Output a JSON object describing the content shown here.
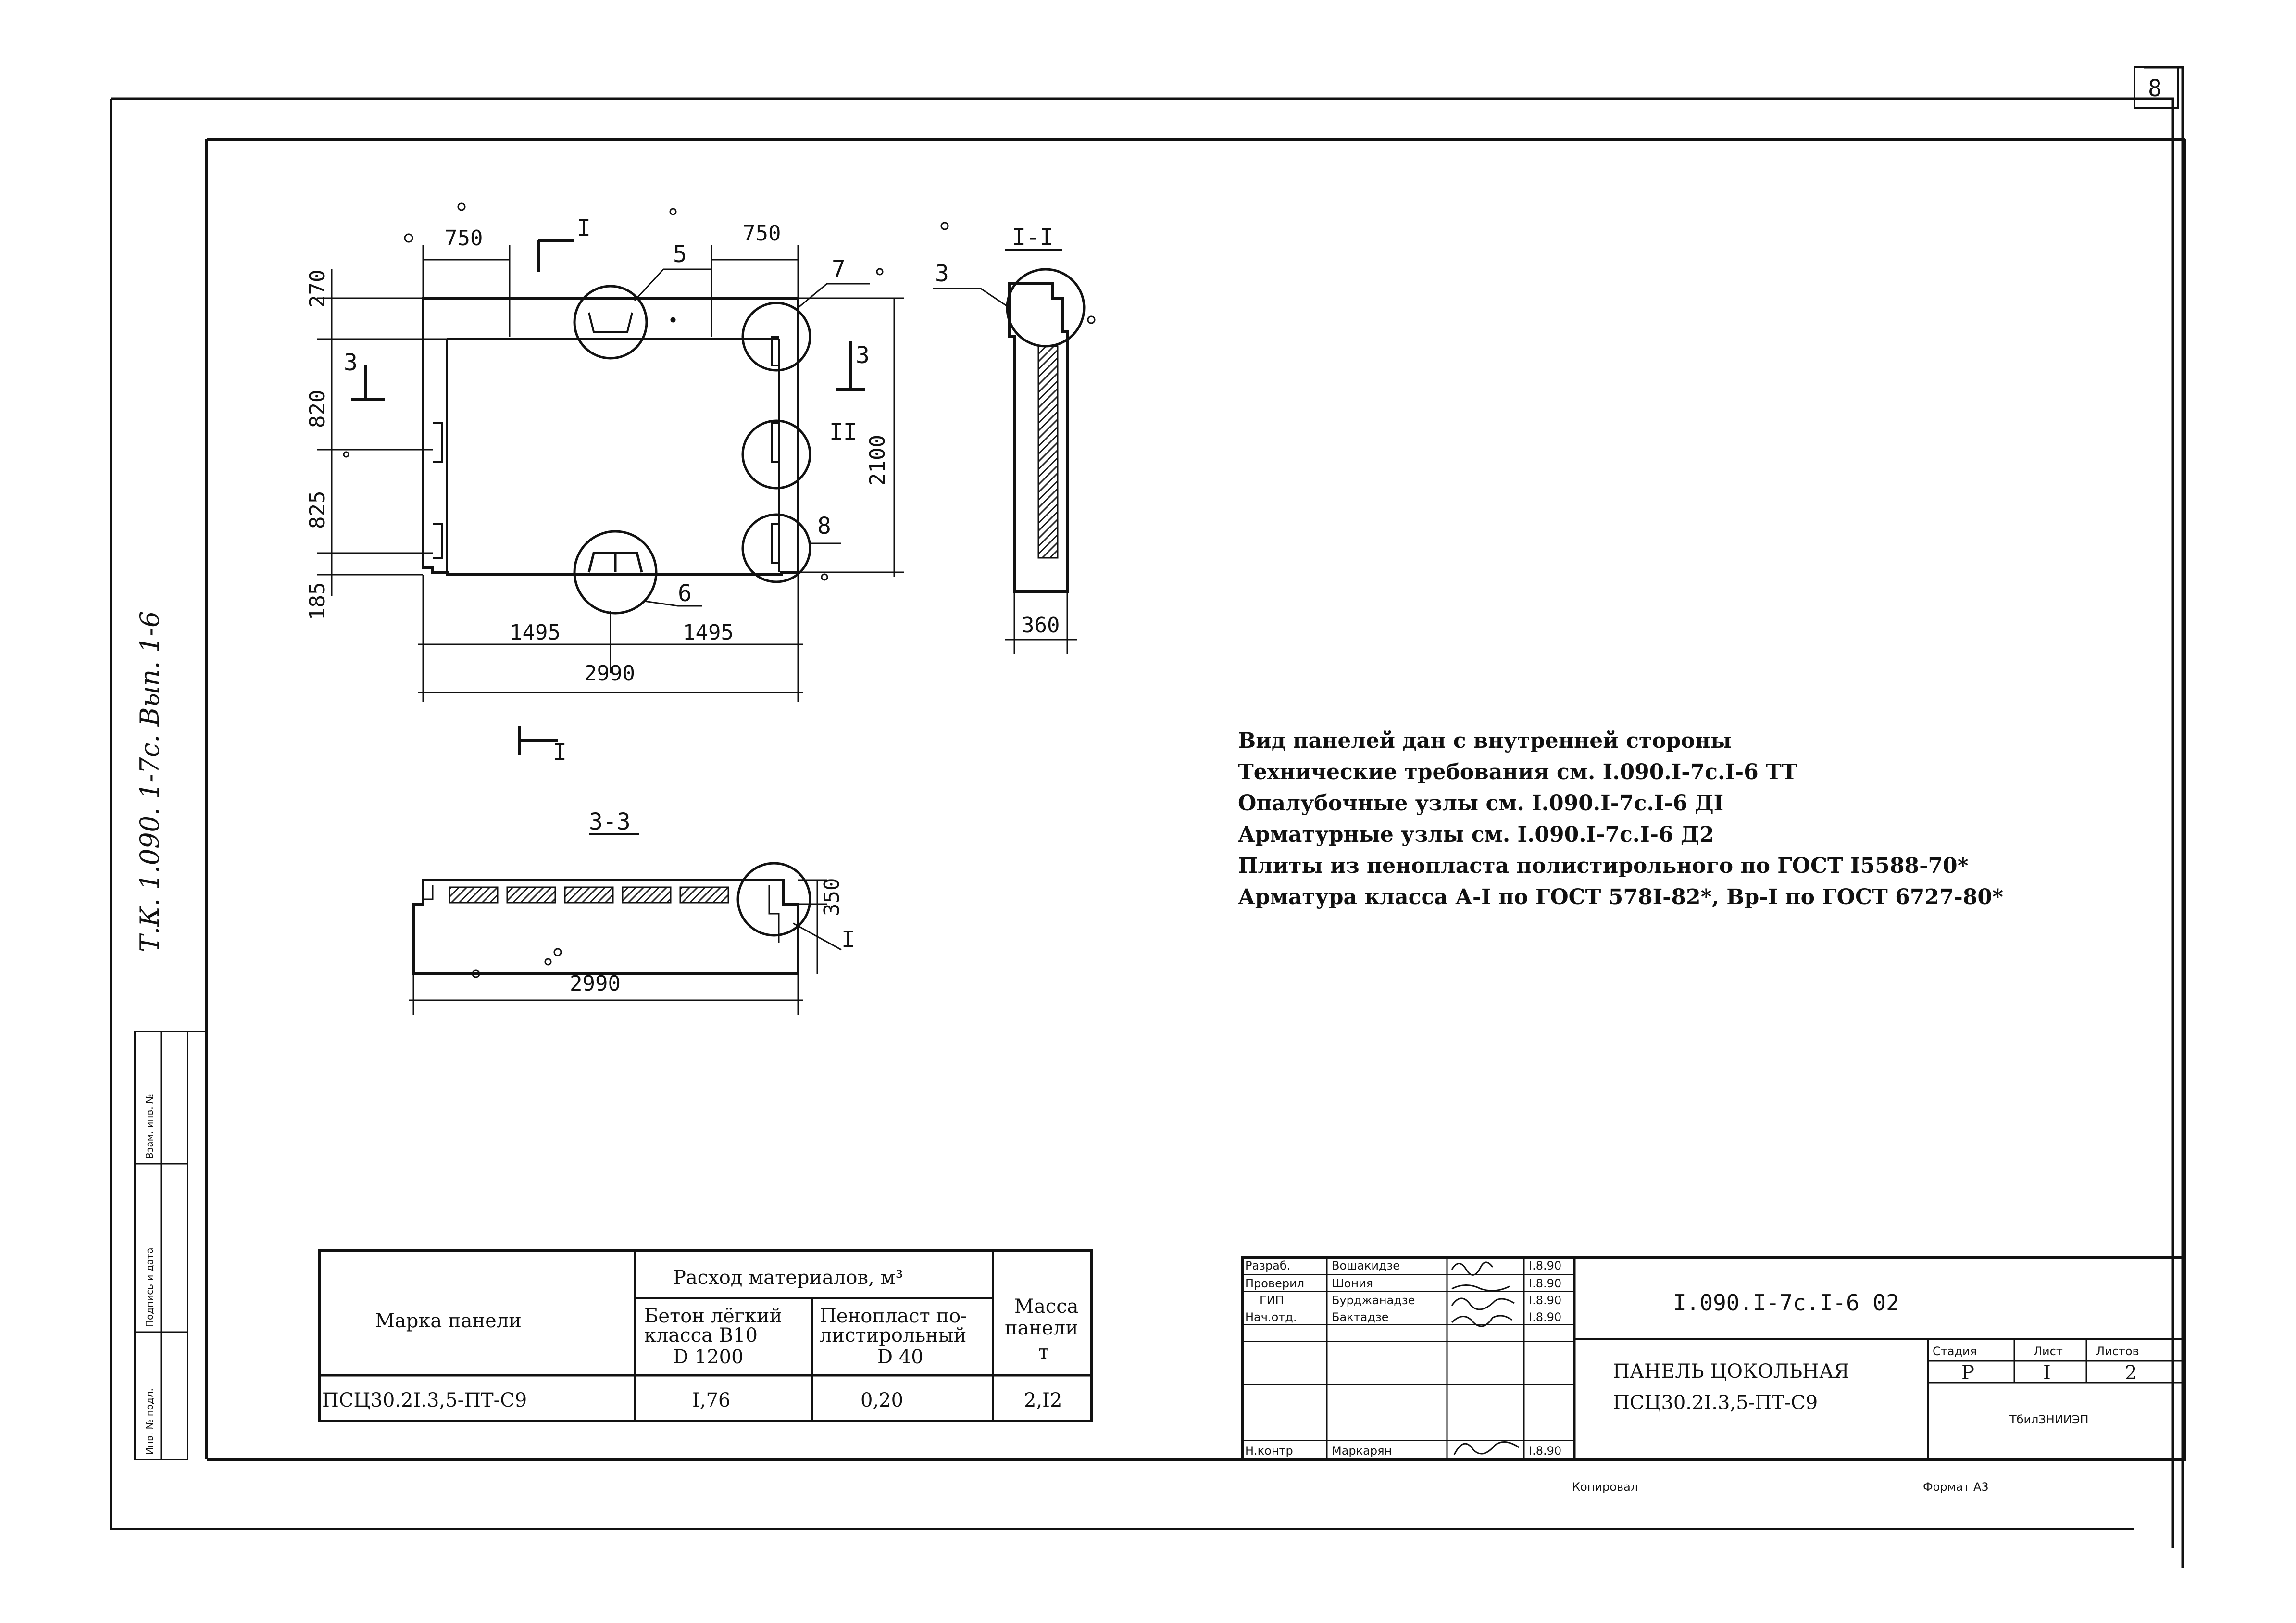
{
  "sheet": {
    "page_number": "8",
    "side_code": "Т.К. 1.090. 1-7с. Вып. 1-6",
    "side_cells": [
      "Инв. № подл.",
      "Подпись и дата",
      "Взам. инв. №"
    ]
  },
  "plan": {
    "dim_top_left": "750",
    "dim_top_right": "750",
    "dim_left": [
      "270",
      "820",
      "825",
      "185"
    ],
    "dim_right": "2100",
    "dim_bottom_halves": [
      "1495",
      "1495"
    ],
    "dim_bottom_total": "2990",
    "section_mark_I": "I",
    "section_mark_3": "3",
    "callouts": [
      "5",
      "7",
      "II",
      "8",
      "6"
    ]
  },
  "section_1": {
    "title": "I-I",
    "callout": "3",
    "dim_width": "360"
  },
  "section_3": {
    "title": "3-3",
    "dim_height": "350",
    "dim_length": "2990",
    "callout": "I"
  },
  "notes": [
    "Вид панелей дан с внутренней стороны",
    "Технические требования см. I.090.I-7с.I-6 ТТ",
    "Опалубочные узлы см. I.090.I-7с.I-6 ДI",
    "Арматурные узлы см. I.090.I-7с.I-6 Д2",
    "Плиты из пенопласта полистирольного по ГОСТ I5588-70*",
    "Арматура класса А-I по ГОСТ 578I-82*, Вр-I по ГОСТ 6727-80*"
  ],
  "materials_table": {
    "header_mark": "Марка панели",
    "header_consumption": "Расход материалов,  м³",
    "header_concrete": [
      "Бетон лёгкий",
      "класса   B10",
      "D 1200"
    ],
    "header_foam": [
      "Пенопласт по-",
      "листирольный",
      "D 40"
    ],
    "header_mass": [
      "Масса",
      "панели",
      "т"
    ],
    "row": {
      "mark": "ПСЦ30.2I.3,5-ПТ-С9",
      "concrete": "I,76",
      "foam": "0,20",
      "mass": "2,I2"
    }
  },
  "title_block": {
    "roles": [
      "Разраб.",
      "Проверил",
      "ГИП",
      "Нач.отд.",
      "",
      "",
      "Н.контр"
    ],
    "names": [
      "Вошакидзе",
      "Шония",
      "Бурджанадзе",
      "Бактадзе",
      "",
      "",
      "Маркарян"
    ],
    "dates": [
      "I.8.90",
      "I.8.90",
      "I.8.90",
      "I.8.90",
      "",
      "",
      "I.8.90"
    ],
    "doc_code": "I.090.I-7с.I-6 02",
    "title_line1": "ПАНЕЛЬ ЦОКОЛЬНАЯ",
    "title_line2": "ПСЦ30.2I.3,5-ПТ-С9",
    "stage_label": "Стадия",
    "sheet_label": "Лист",
    "sheets_label": "Листов",
    "stage": "Р",
    "sheet": "I",
    "sheets": "2",
    "org": "ТбилЗНИИЭП",
    "copied": "Копировал",
    "format": "Формат  А3"
  }
}
